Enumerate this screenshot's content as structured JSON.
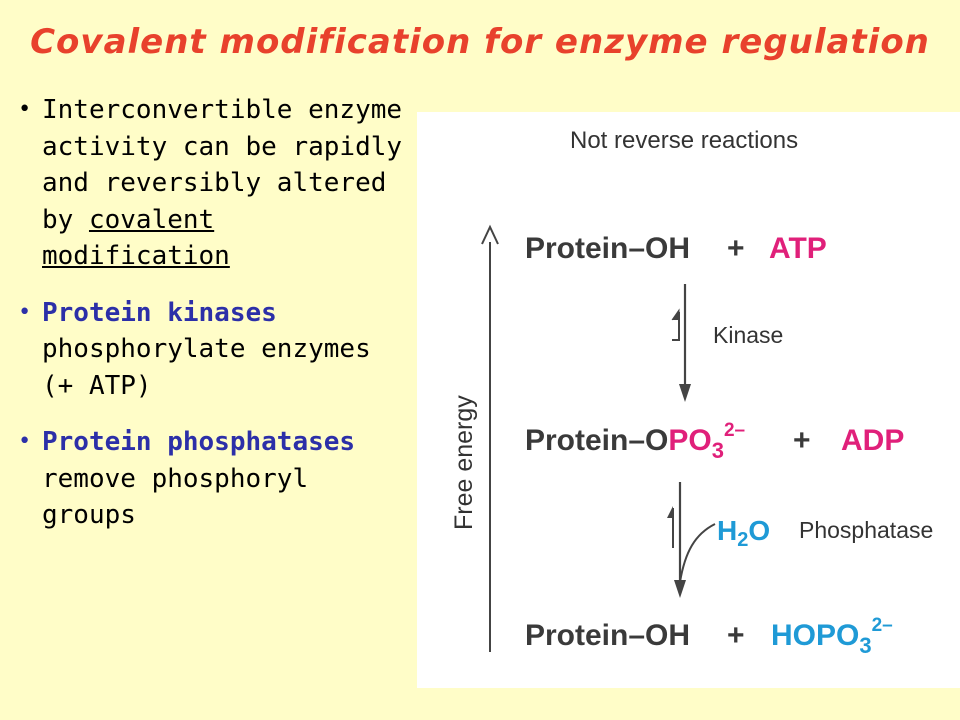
{
  "title": "Covalent modification for enzyme regulation",
  "bullets": {
    "b1": {
      "text_a": "Interconvertible enzyme activity can be rapidly and reversibly altered by ",
      "text_u": "covalent modification"
    },
    "b2": {
      "highlight": "Protein kinases",
      "text": " phosphorylate enzymes (+ ATP)"
    },
    "b3": {
      "highlight": "Protein phosphatases",
      "text": " remove phosphoryl groups"
    }
  },
  "diagram": {
    "header": "Not reverse reactions",
    "axis_label": "Free energy",
    "kinase_label": "Kinase",
    "phosphatase_label": "Phosphatase",
    "row1": {
      "protein": "Protein–OH",
      "plus": "+",
      "reagent": "ATP"
    },
    "row2": {
      "protein": "Protein–O",
      "phospho": "PO",
      "sub": "3",
      "sup": "2–",
      "plus": "+",
      "reagent": "ADP"
    },
    "row3": {
      "protein": "Protein–OH",
      "plus": "+",
      "hopo": "HOPO",
      "sub": "3",
      "sup": "2–"
    },
    "water": {
      "h": "H",
      "sub": "2",
      "o": "O"
    },
    "colors": {
      "title": "#e8412c",
      "highlight": "#2c2fa8",
      "magenta": "#e0207a",
      "cyan": "#1f9ad6",
      "reaction": "#3a3a3a"
    }
  }
}
